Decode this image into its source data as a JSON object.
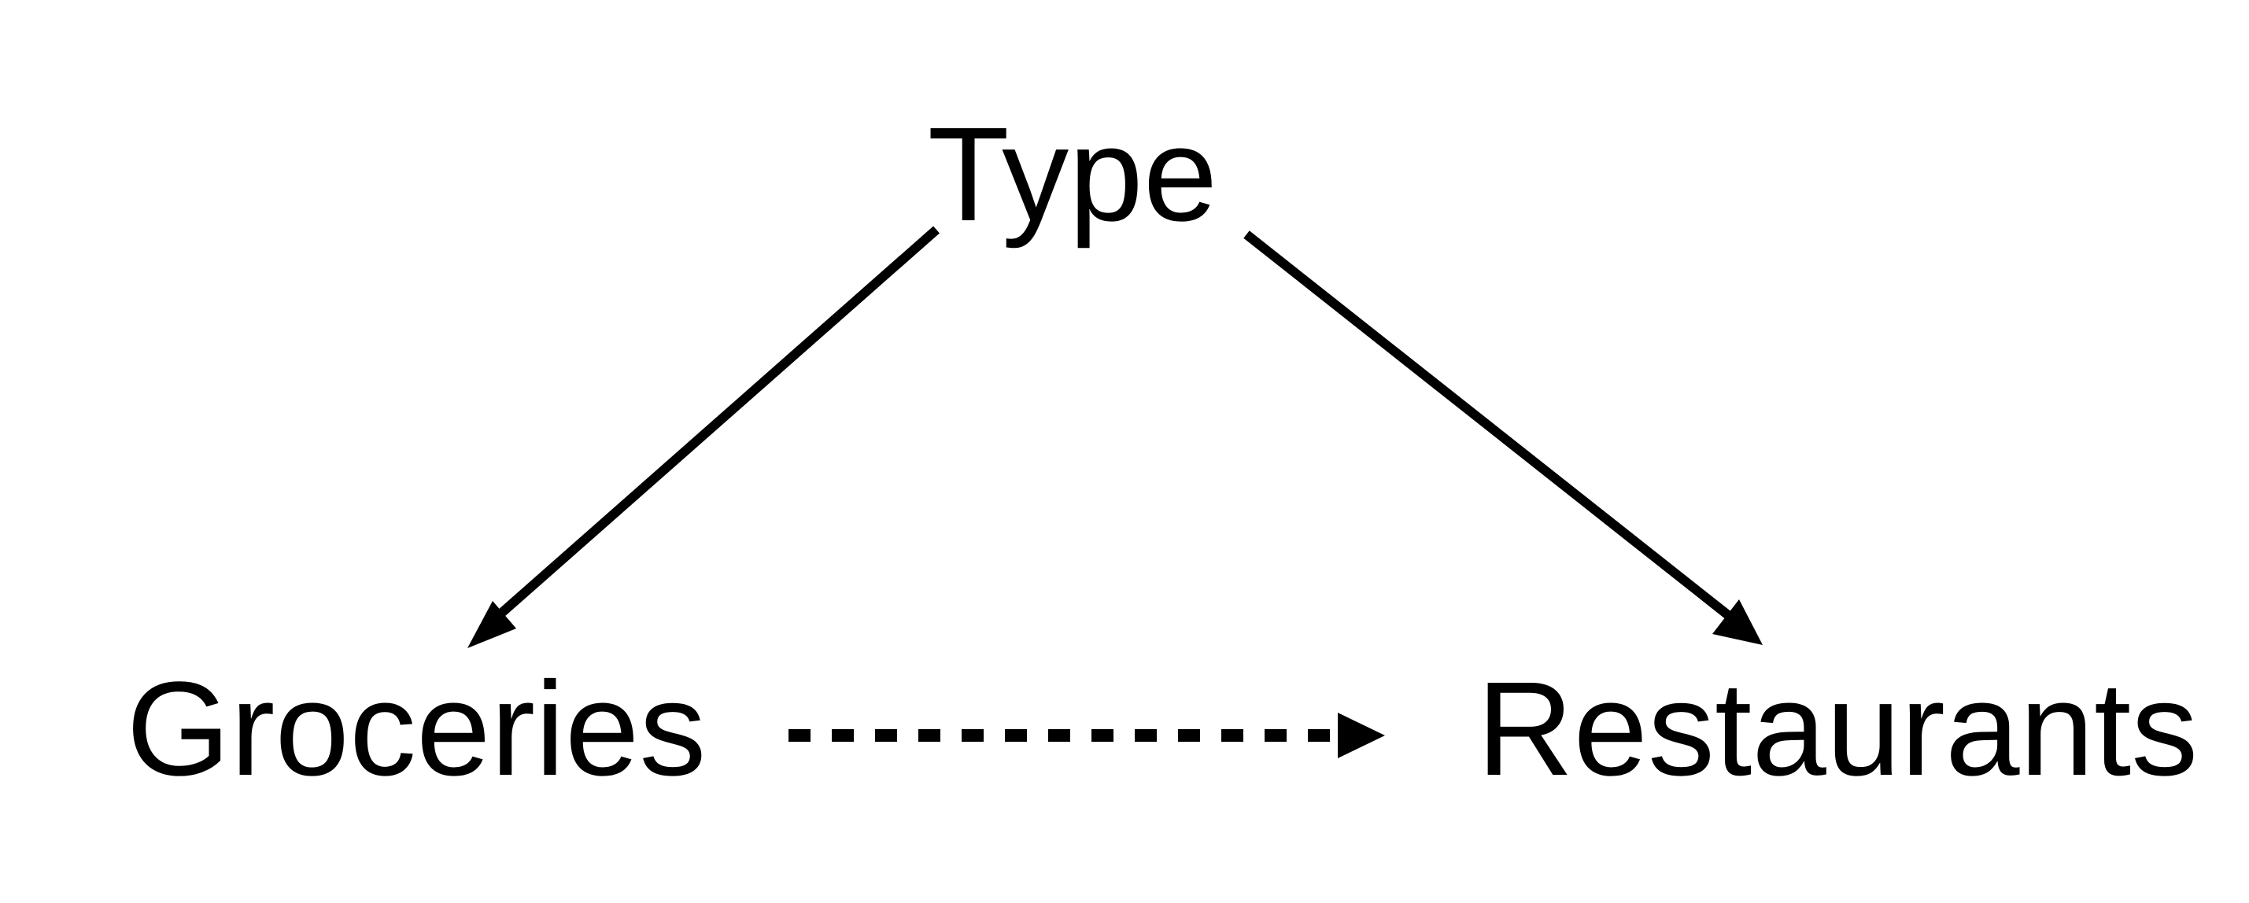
{
  "diagram": {
    "nodes": {
      "type": {
        "label": "Type"
      },
      "groceries": {
        "label": "Groceries"
      },
      "restaurants": {
        "label": "Restaurants"
      }
    },
    "edges": [
      {
        "from": "type",
        "to": "groceries",
        "style": "solid"
      },
      {
        "from": "type",
        "to": "restaurants",
        "style": "solid"
      },
      {
        "from": "groceries",
        "to": "restaurants",
        "style": "dashed"
      }
    ],
    "colors": {
      "stroke": "#000000",
      "text": "#000000",
      "background": "#ffffff"
    }
  }
}
